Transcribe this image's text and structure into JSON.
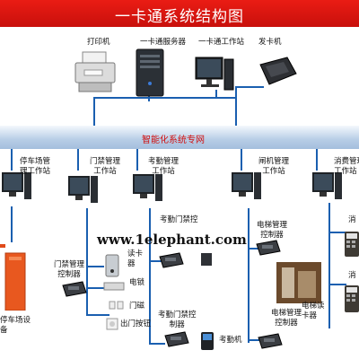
{
  "title": "一卡通系统结构图",
  "top_row": {
    "printer": "打印机",
    "server": "一卡通服务器",
    "workstation": "一卡通工作站",
    "card_issuer": "发卡机"
  },
  "network": {
    "label": "智能化系统专网"
  },
  "workstations": {
    "parking": [
      "停车场管",
      "理工作站"
    ],
    "door": [
      "门禁管理",
      "工作站"
    ],
    "attendance": [
      "考勤管理",
      "工作站"
    ],
    "gate": [
      "闸机管理",
      "工作站"
    ],
    "consume": [
      "消费管理",
      "工作站"
    ]
  },
  "devices": {
    "attendance_door_top": "考勤门禁控",
    "elevator_ctrl": [
      "电梯管理",
      "控制器"
    ],
    "door_ctrl": [
      "门禁管理",
      "控制器"
    ],
    "card_reader": [
      "读卡",
      "器"
    ],
    "electric_lock": "电锁",
    "door_magnet": "门磁",
    "exit_button": "出门按钮",
    "attendance_door_ctrl": [
      "考勤门禁控",
      "制器"
    ],
    "attendance_machine": "考勤机",
    "elevator_reader": [
      "电梯读",
      "卡器"
    ],
    "parking_device": [
      "停车场设",
      "备"
    ],
    "consume_right1": "消",
    "consume_right2": "消"
  },
  "watermark": "www.1elephant.com"
}
